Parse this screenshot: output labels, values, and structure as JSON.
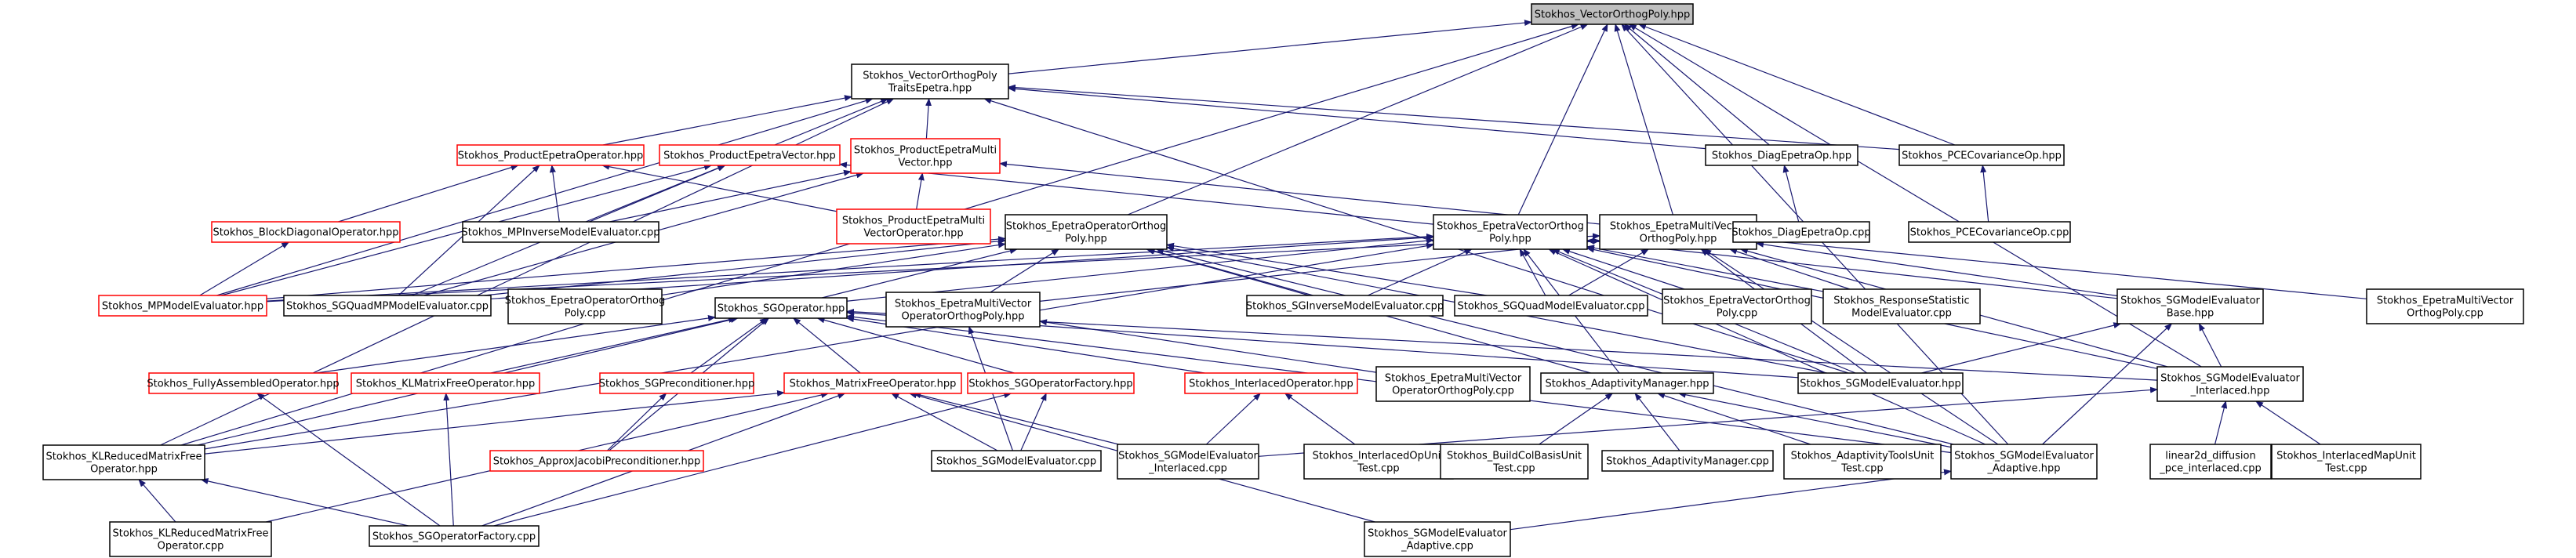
{
  "graph": {
    "nodes": [
      {
        "id": "root",
        "lines": [
          "Stokhos_VectorOrthogPoly.hpp"
        ],
        "style": "root"
      },
      {
        "id": "traits",
        "lines": [
          "Stokhos_VectorOrthogPoly",
          "TraitsEpetra.hpp"
        ],
        "style": "black"
      },
      {
        "id": "pep_op",
        "lines": [
          "Stokhos_ProductEpetraOperator.hpp"
        ],
        "style": "red"
      },
      {
        "id": "pep_vec",
        "lines": [
          "Stokhos_ProductEpetraVector.hpp"
        ],
        "style": "red"
      },
      {
        "id": "pep_multi",
        "lines": [
          "Stokhos_ProductEpetraMulti",
          "Vector.hpp"
        ],
        "style": "red"
      },
      {
        "id": "diag_op",
        "lines": [
          "Stokhos_DiagEpetraOp.hpp"
        ],
        "style": "black"
      },
      {
        "id": "pce_cov",
        "lines": [
          "Stokhos_PCECovarianceOp.hpp"
        ],
        "style": "black"
      },
      {
        "id": "block_diag",
        "lines": [
          "Stokhos_BlockDiagonalOperator.hpp"
        ],
        "style": "red"
      },
      {
        "id": "mpinv",
        "lines": [
          "Stokhos_MPInverseModelEvaluator.cpp"
        ],
        "style": "black"
      },
      {
        "id": "pep_multi_op",
        "lines": [
          "Stokhos_ProductEpetraMulti",
          "VectorOperator.hpp"
        ],
        "style": "red"
      },
      {
        "id": "ep_op_orth",
        "lines": [
          "Stokhos_EpetraOperatorOrthog",
          "Poly.hpp"
        ],
        "style": "black"
      },
      {
        "id": "ep_vec_orth",
        "lines": [
          "Stokhos_EpetraVectorOrthog",
          "Poly.hpp"
        ],
        "style": "black"
      },
      {
        "id": "ep_mv_orth",
        "lines": [
          "Stokhos_EpetraMultiVector",
          "OrthogPoly.hpp"
        ],
        "style": "black"
      },
      {
        "id": "diag_cpp",
        "lines": [
          "Stokhos_DiagEpetraOp.cpp"
        ],
        "style": "black"
      },
      {
        "id": "pce_cpp",
        "lines": [
          "Stokhos_PCECovarianceOp.cpp"
        ],
        "style": "black"
      },
      {
        "id": "mp_model",
        "lines": [
          "Stokhos_MPModelEvaluator.hpp"
        ],
        "style": "red"
      },
      {
        "id": "sgquadmp",
        "lines": [
          "Stokhos_SGQuadMPModelEvaluator.cpp"
        ],
        "style": "black"
      },
      {
        "id": "ep_op_cpp",
        "lines": [
          "Stokhos_EpetraOperatorOrthog",
          "Poly.cpp"
        ],
        "style": "black"
      },
      {
        "id": "sginv",
        "lines": [
          "Stokhos_SGInverseModelEvaluator.cpp"
        ],
        "style": "black"
      },
      {
        "id": "sgquad",
        "lines": [
          "Stokhos_SGQuadModelEvaluator.cpp"
        ],
        "style": "black"
      },
      {
        "id": "ep_vec_cpp",
        "lines": [
          "Stokhos_EpetraVectorOrthog",
          "Poly.cpp"
        ],
        "style": "black"
      },
      {
        "id": "resp_stat",
        "lines": [
          "Stokhos_ResponseStatistic",
          "ModelEvaluator.cpp"
        ],
        "style": "black"
      },
      {
        "id": "sgme_base",
        "lines": [
          "Stokhos_SGModelEvaluator",
          "Base.hpp"
        ],
        "style": "black"
      },
      {
        "id": "ep_mv_cpp",
        "lines": [
          "Stokhos_EpetraMultiVector",
          "OrthogPoly.cpp"
        ],
        "style": "black"
      },
      {
        "id": "sg_op",
        "lines": [
          "Stokhos_SGOperator.hpp"
        ],
        "style": "black"
      },
      {
        "id": "ep_mv_op_orth",
        "lines": [
          "Stokhos_EpetraMultiVector",
          "OperatorOrthogPoly.hpp"
        ],
        "style": "black"
      },
      {
        "id": "full_asm",
        "lines": [
          "Stokhos_FullyAssembledOperator.hpp"
        ],
        "style": "red"
      },
      {
        "id": "kl_mat",
        "lines": [
          "Stokhos_KLMatrixFreeOperator.hpp"
        ],
        "style": "red"
      },
      {
        "id": "sg_prec",
        "lines": [
          "Stokhos_SGPreconditioner.hpp"
        ],
        "style": "red"
      },
      {
        "id": "mf_op",
        "lines": [
          "Stokhos_MatrixFreeOperator.hpp"
        ],
        "style": "red"
      },
      {
        "id": "sg_op_fact",
        "lines": [
          "Stokhos_SGOperatorFactory.hpp"
        ],
        "style": "red"
      },
      {
        "id": "interlaced_op",
        "lines": [
          "Stokhos_InterlacedOperator.hpp"
        ],
        "style": "red"
      },
      {
        "id": "ep_mv_op_cpp",
        "lines": [
          "Stokhos_EpetraMultiVector",
          "OperatorOrthogPoly.cpp"
        ],
        "style": "black"
      },
      {
        "id": "adapt_mgr",
        "lines": [
          "Stokhos_AdaptivityManager.hpp"
        ],
        "style": "black"
      },
      {
        "id": "sgme_hpp",
        "lines": [
          "Stokhos_SGModelEvaluator.hpp"
        ],
        "style": "black"
      },
      {
        "id": "sgme_inter",
        "lines": [
          "Stokhos_SGModelEvaluator",
          "_Interlaced.hpp"
        ],
        "style": "black"
      },
      {
        "id": "approx_jac",
        "lines": [
          "Stokhos_ApproxJacobiPreconditioner.hpp"
        ],
        "style": "red"
      },
      {
        "id": "kl_red",
        "lines": [
          "Stokhos_KLReducedMatrixFree",
          "Operator.hpp"
        ],
        "style": "black"
      },
      {
        "id": "sgme_cpp",
        "lines": [
          "Stokhos_SGModelEvaluator.cpp"
        ],
        "style": "black"
      },
      {
        "id": "sgme_inter_cpp",
        "lines": [
          "Stokhos_SGModelEvaluator",
          "_Interlaced.cpp"
        ],
        "style": "black"
      },
      {
        "id": "interlaced_test",
        "lines": [
          "Stokhos_InterlacedOpUnit",
          "Test.cpp"
        ],
        "style": "black"
      },
      {
        "id": "build_col",
        "lines": [
          "Stokhos_BuildColBasisUnit",
          "Test.cpp"
        ],
        "style": "black"
      },
      {
        "id": "adapt_mgr_cpp",
        "lines": [
          "Stokhos_AdaptivityManager.cpp"
        ],
        "style": "black"
      },
      {
        "id": "adapt_tools",
        "lines": [
          "Stokhos_AdaptivityToolsUnit",
          "Test.cpp"
        ],
        "style": "black"
      },
      {
        "id": "sgme_adapt",
        "lines": [
          "Stokhos_SGModelEvaluator",
          "_Adaptive.hpp"
        ],
        "style": "black"
      },
      {
        "id": "linear2d",
        "lines": [
          "linear2d_diffusion",
          "_pce_interlaced.cpp"
        ],
        "style": "black"
      },
      {
        "id": "interlaced_map",
        "lines": [
          "Stokhos_InterlacedMapUnit",
          "Test.cpp"
        ],
        "style": "black"
      },
      {
        "id": "kl_red_cpp",
        "lines": [
          "Stokhos_KLReducedMatrixFree",
          "Operator.cpp"
        ],
        "style": "black"
      },
      {
        "id": "sg_op_fact_cpp",
        "lines": [
          "Stokhos_SGOperatorFactory.cpp"
        ],
        "style": "black"
      },
      {
        "id": "sgme_adapt_cpp",
        "lines": [
          "Stokhos_SGModelEvaluator",
          "_Adaptive.cpp"
        ],
        "style": "black"
      }
    ],
    "edges": [
      [
        "traits",
        "root"
      ],
      [
        "ep_op_orth",
        "root"
      ],
      [
        "ep_vec_orth",
        "root"
      ],
      [
        "ep_mv_orth",
        "root"
      ],
      [
        "diag_op",
        "root"
      ],
      [
        "pce_cov",
        "root"
      ],
      [
        "kl_red",
        "root"
      ],
      [
        "sgme_inter",
        "root"
      ],
      [
        "sgme_adapt",
        "root"
      ],
      [
        "pep_op",
        "traits"
      ],
      [
        "pep_vec",
        "traits"
      ],
      [
        "pep_multi",
        "traits"
      ],
      [
        "diag_op",
        "traits"
      ],
      [
        "pce_cov",
        "traits"
      ],
      [
        "mp_model",
        "traits"
      ],
      [
        "kl_red",
        "traits"
      ],
      [
        "sgme_hpp",
        "traits"
      ],
      [
        "block_diag",
        "pep_op"
      ],
      [
        "mpinv",
        "pep_op"
      ],
      [
        "pep_multi_op",
        "pep_op"
      ],
      [
        "sgquadmp",
        "pep_op"
      ],
      [
        "mpinv",
        "pep_vec"
      ],
      [
        "mp_model",
        "pep_vec"
      ],
      [
        "sgquadmp",
        "pep_vec"
      ],
      [
        "ep_vec_orth",
        "pep_vec"
      ],
      [
        "pep_multi_op",
        "pep_multi"
      ],
      [
        "mpinv",
        "pep_multi"
      ],
      [
        "sgquadmp",
        "pep_multi"
      ],
      [
        "ep_mv_orth",
        "pep_multi"
      ],
      [
        "mp_model",
        "block_diag"
      ],
      [
        "diag_cpp",
        "diag_op"
      ],
      [
        "pce_cpp",
        "pce_cov"
      ],
      [
        "mp_model",
        "ep_op_orth"
      ],
      [
        "sgquadmp",
        "ep_op_orth"
      ],
      [
        "ep_op_cpp",
        "ep_op_orth"
      ],
      [
        "sginv",
        "ep_op_orth"
      ],
      [
        "sgquad",
        "ep_op_orth"
      ],
      [
        "ep_mv_op_orth",
        "ep_op_orth"
      ],
      [
        "sg_op",
        "ep_op_orth"
      ],
      [
        "sgme_hpp",
        "ep_op_orth"
      ],
      [
        "adapt_mgr",
        "ep_op_orth"
      ],
      [
        "sgme_adapt",
        "ep_op_orth"
      ],
      [
        "mp_model",
        "ep_vec_orth"
      ],
      [
        "sgquadmp",
        "ep_vec_orth"
      ],
      [
        "sginv",
        "ep_vec_orth"
      ],
      [
        "sgquad",
        "ep_vec_orth"
      ],
      [
        "ep_vec_cpp",
        "ep_vec_orth"
      ],
      [
        "resp_stat",
        "ep_vec_orth"
      ],
      [
        "sgme_base",
        "ep_vec_orth"
      ],
      [
        "sgme_hpp",
        "ep_vec_orth"
      ],
      [
        "sgme_inter",
        "ep_vec_orth"
      ],
      [
        "sgme_adapt",
        "ep_vec_orth"
      ],
      [
        "sg_op",
        "ep_vec_orth"
      ],
      [
        "kl_red",
        "ep_vec_orth"
      ],
      [
        "adapt_mgr",
        "ep_vec_orth"
      ],
      [
        "sgquad",
        "ep_mv_orth"
      ],
      [
        "resp_stat",
        "ep_mv_orth"
      ],
      [
        "ep_mv_cpp",
        "ep_mv_orth"
      ],
      [
        "ep_mv_op_orth",
        "ep_mv_orth"
      ],
      [
        "sgme_inter",
        "ep_mv_orth"
      ],
      [
        "sgme_adapt",
        "ep_mv_orth"
      ],
      [
        "sgme_hpp",
        "ep_mv_orth"
      ],
      [
        "mp_model",
        "ep_mv_orth"
      ],
      [
        "sgme_base",
        "ep_mv_orth"
      ],
      [
        "ep_mv_op_cpp",
        "ep_mv_op_orth"
      ],
      [
        "sgme_cpp",
        "ep_mv_op_orth"
      ],
      [
        "full_asm",
        "sg_op"
      ],
      [
        "kl_mat",
        "sg_op"
      ],
      [
        "sg_prec",
        "sg_op"
      ],
      [
        "mf_op",
        "sg_op"
      ],
      [
        "sg_op_fact",
        "sg_op"
      ],
      [
        "interlaced_op",
        "sg_op"
      ],
      [
        "kl_red",
        "sg_op"
      ],
      [
        "approx_jac",
        "sg_op"
      ],
      [
        "sgme_hpp",
        "sg_op"
      ],
      [
        "sgme_inter",
        "sg_op"
      ],
      [
        "sgme_adapt",
        "sg_op"
      ],
      [
        "sg_op_fact_cpp",
        "full_asm"
      ],
      [
        "sg_op_fact_cpp",
        "kl_mat"
      ],
      [
        "approx_jac",
        "sg_prec"
      ],
      [
        "kl_red",
        "mf_op"
      ],
      [
        "sgme_cpp",
        "mf_op"
      ],
      [
        "sgme_inter_cpp",
        "mf_op"
      ],
      [
        "sg_op_fact_cpp",
        "mf_op"
      ],
      [
        "sgme_adapt_cpp",
        "mf_op"
      ],
      [
        "kl_red_cpp",
        "mf_op"
      ],
      [
        "sgme_cpp",
        "sg_op_fact"
      ],
      [
        "sg_op_fact_cpp",
        "sg_op_fact"
      ],
      [
        "sgme_inter_cpp",
        "interlaced_op"
      ],
      [
        "interlaced_test",
        "interlaced_op"
      ],
      [
        "build_col",
        "adapt_mgr"
      ],
      [
        "adapt_mgr_cpp",
        "adapt_mgr"
      ],
      [
        "adapt_tools",
        "adapt_mgr"
      ],
      [
        "sgme_adapt",
        "adapt_mgr"
      ],
      [
        "sgme_hpp",
        "sgme_base"
      ],
      [
        "sgme_inter",
        "sgme_base"
      ],
      [
        "sgme_adapt",
        "sgme_base"
      ],
      [
        "sgme_inter_cpp",
        "sgme_inter"
      ],
      [
        "linear2d",
        "sgme_inter"
      ],
      [
        "interlaced_map",
        "sgme_inter"
      ],
      [
        "sgme_adapt_cpp",
        "sgme_adapt"
      ],
      [
        "kl_red_cpp",
        "kl_red"
      ],
      [
        "sg_op_fact_cpp",
        "kl_red"
      ]
    ]
  }
}
